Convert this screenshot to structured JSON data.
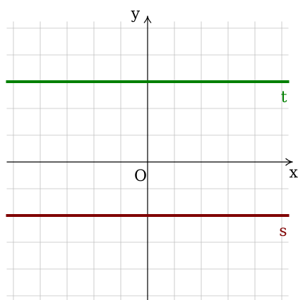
{
  "axes": {
    "x_label": "x",
    "y_label": "y",
    "origin_label": "O",
    "x_range": [
      -5.25,
      5.25
    ],
    "y_range": [
      -5.25,
      5.25
    ],
    "grid": true,
    "grid_step": 1
  },
  "lines": [
    {
      "name": "t",
      "y": 3,
      "color": "#008000"
    },
    {
      "name": "s",
      "y": -2,
      "color": "#800000"
    }
  ],
  "colors": {
    "grid": "#c0c0c0",
    "axis": "#000000"
  }
}
